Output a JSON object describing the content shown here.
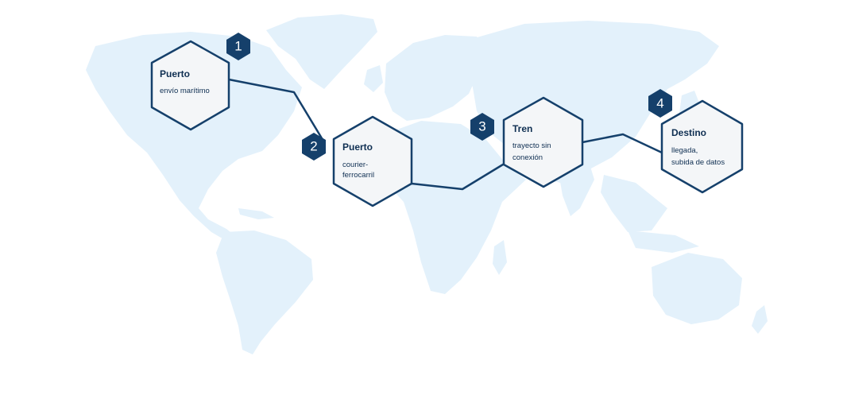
{
  "steps": [
    {
      "number": "1",
      "title": "Puerto",
      "lines": [
        "envío marítimo"
      ]
    },
    {
      "number": "2",
      "title": "Puerto",
      "lines": [
        "courier-",
        "ferrocarril"
      ]
    },
    {
      "number": "3",
      "title": "Tren",
      "lines": [
        "trayecto sin",
        "conexión"
      ]
    },
    {
      "number": "4",
      "title": "Destino",
      "lines": [
        "llegada,",
        "subida de datos"
      ]
    }
  ],
  "colors": {
    "map": "#e3f1fb",
    "hex_fill": "#f4f6f8",
    "hex_stroke": "#15406b",
    "badge": "#15406b",
    "text": "#0f2f52"
  }
}
